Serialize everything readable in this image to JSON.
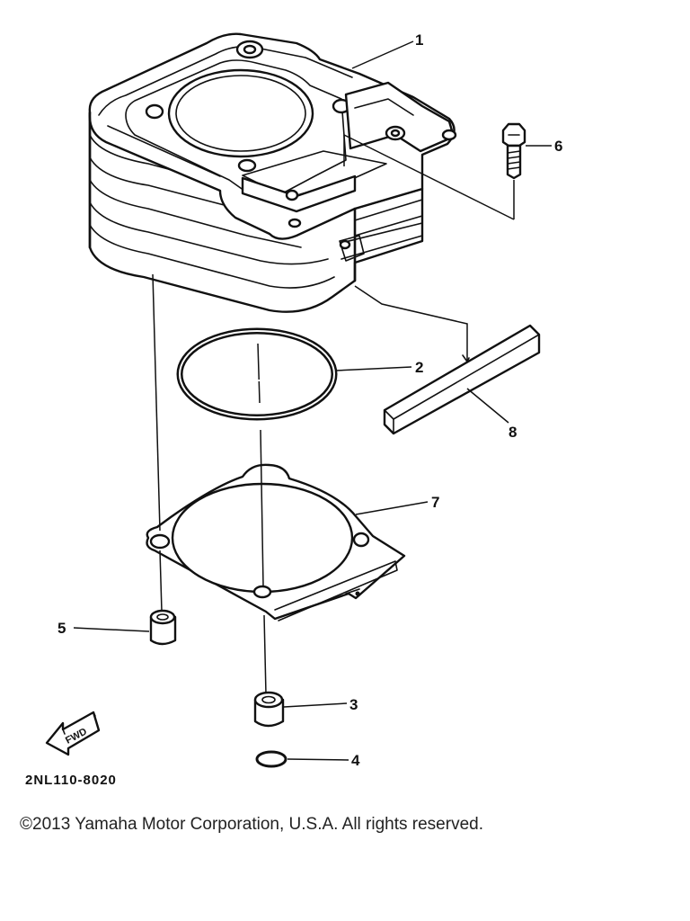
{
  "callouts": [
    {
      "number": "1"
    },
    {
      "number": "2"
    },
    {
      "number": "3"
    },
    {
      "number": "4"
    },
    {
      "number": "5"
    },
    {
      "number": "6"
    },
    {
      "number": "7"
    },
    {
      "number": "8"
    }
  ],
  "fwd_label": "FWD",
  "diagram_code": "2NL110-8020",
  "copyright": "©2013 Yamaha Motor Corporation, U.S.A. All rights reserved."
}
